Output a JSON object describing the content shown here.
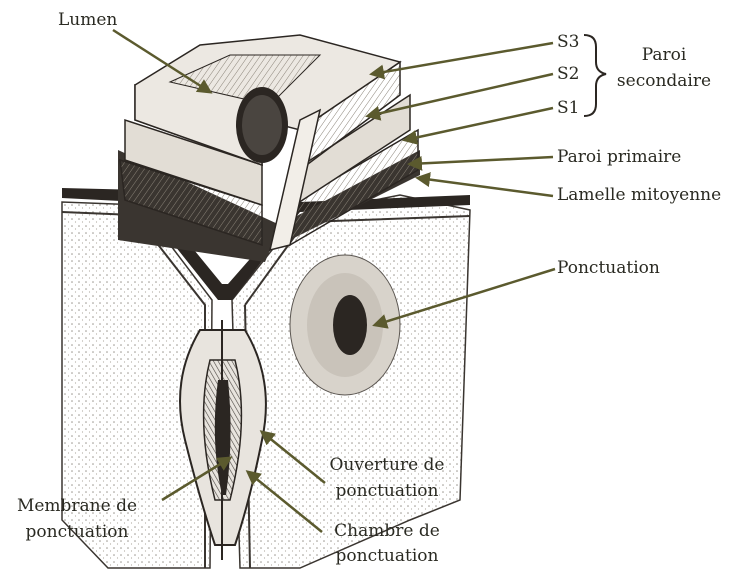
{
  "figure": {
    "labels": {
      "lumen": "Lumen",
      "s3": "S3",
      "s2": "S2",
      "s1": "S1",
      "paroi_secondaire_line1": "Paroi",
      "paroi_secondaire_line2": "secondaire",
      "paroi_primaire": "Paroi primaire",
      "lamelle_mitoyenne": "Lamelle mitoyenne",
      "ponctuation": "Ponctuation",
      "ouverture_line1": "Ouverture de",
      "ouverture_line2": "ponctuation",
      "membrane_line1": "Membrane de",
      "membrane_line2": "ponctuation",
      "chambre_line1": "Chambre de",
      "chambre_line2": "ponctuation"
    },
    "colors": {
      "arrow": "#5b5a2e",
      "text": "#2a2a22",
      "ink": "#2b2622",
      "paper": "#ffffff"
    }
  }
}
